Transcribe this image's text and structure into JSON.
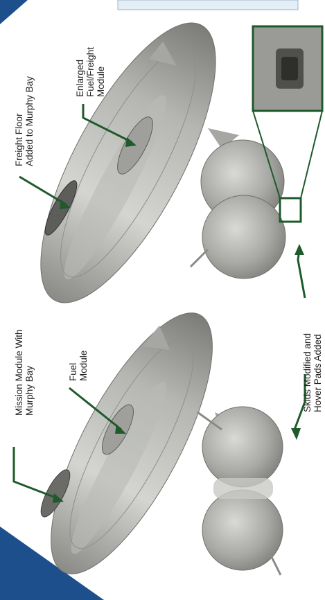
{
  "annotations": {
    "mission_module": [
      "Mission Module With",
      "Murphy Bay"
    ],
    "fuel_module": [
      "Fuel",
      "Module"
    ],
    "skids": [
      "Skids Modified and",
      "Hover Pads Added"
    ],
    "freight_floor": [
      "Freight Floor",
      "Added to Murphy Bay"
    ],
    "enlarged_fuel": [
      "Enlarged",
      "Fuel/Freight",
      "Module"
    ]
  },
  "colors": {
    "background": "#ffffff",
    "corner_blue": "#1d4f8c",
    "hull_light": "#cfd0cc",
    "hull_mid": "#a9aaa6",
    "hull_dark": "#7e7f7b",
    "leader_green": "#1e5a2a",
    "inset_frame": "#1e5a2a"
  }
}
